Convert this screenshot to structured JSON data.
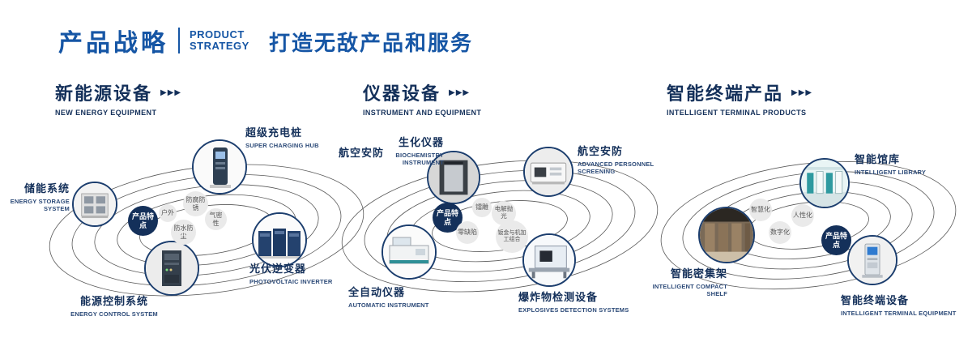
{
  "header": {
    "title_cn": "产品战略",
    "title_en": [
      "PRODUCT",
      "STRATEGY"
    ],
    "slogan": "打造无敌产品和服务",
    "arrow_glyph": "▶▶▶"
  },
  "colors": {
    "brand_blue": "#1656a5",
    "navy": "#14305a",
    "bubble_gray": "#eaeaea",
    "ring_gray": "#3c3c3c"
  },
  "sections": [
    {
      "title_cn": "新能源设备",
      "title_en": "NEW ENERGY EQUIPMENT",
      "badge": "产品特点",
      "features": [
        "防腐防锈",
        "户外",
        "气密性",
        "防水防尘"
      ],
      "products": [
        {
          "cn": "储能系统",
          "en": "ENERGY STORAGE SYSTEM"
        },
        {
          "cn": "超级充电桩",
          "en": "SUPER CHARGING HUB"
        },
        {
          "cn": "光伏逆变器",
          "en": "PHOTOVOLTAIC INVERTER"
        },
        {
          "cn": "能源控制系统",
          "en": "ENERGY CONTROL SYSTEM"
        }
      ]
    },
    {
      "title_cn": "仪器设备",
      "title_en": "INSTRUMENT AND EQUIPMENT",
      "badge": "产品特点",
      "features": [
        "镭雕",
        "电解抛光",
        "零缺陷",
        "钣金与机加工组合"
      ],
      "products": [
        {
          "cn": "生化仪器",
          "en": "BIOCHEMISTRY INSTRUMENT"
        },
        {
          "cn": "航空安防"
        },
        {
          "cn": "航空安防",
          "en": "ADVANCED PERSONNEL SCREENING"
        },
        {
          "cn": "全自动仪器",
          "en": "AUTOMATIC INSTRUMENT"
        },
        {
          "cn": "爆炸物检测设备",
          "en": "EXPLOSIVES DETECTION SYSTEMS"
        }
      ]
    },
    {
      "title_cn": "智能终端产品",
      "title_en": "INTELLIGENT TERMINAL PRODUCTS",
      "badge": "产品特点",
      "features": [
        "智慧化",
        "人性化",
        "数字化"
      ],
      "products": [
        {
          "cn": "智能馆库",
          "en": "INTELLIGENT LIBRARY"
        },
        {
          "cn": "智能密集架",
          "en": "INTELLIGENT COMPACT SHELF"
        },
        {
          "cn": "智能终端设备",
          "en": "INTELLIGENT TERMINAL EQUIPMENT"
        }
      ]
    }
  ]
}
